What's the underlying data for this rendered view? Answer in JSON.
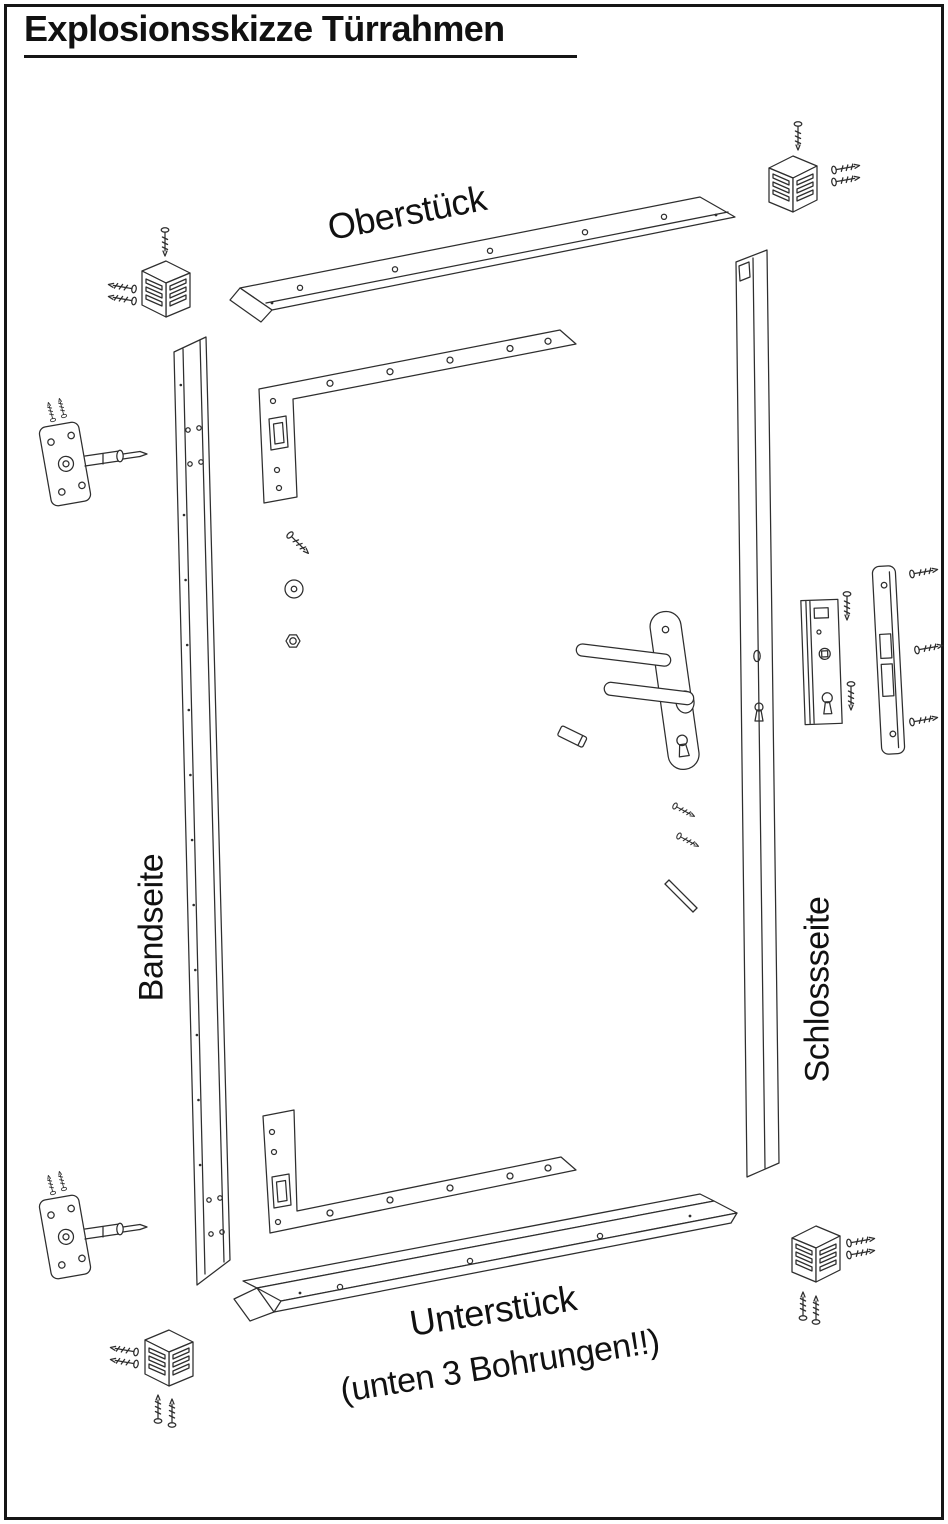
{
  "page": {
    "title": "Explosionsskizze Türrahmen"
  },
  "labels": {
    "oberstueck": "Oberstück",
    "bandseite": "Bandseite",
    "schlossseite": "Schlossseite",
    "unterstueck": "Unterstück",
    "unterstueck_note": "(unten 3 Bohrungen!!)"
  },
  "colors": {
    "ink": "#2e2e2e",
    "paper": "#ffffff"
  }
}
